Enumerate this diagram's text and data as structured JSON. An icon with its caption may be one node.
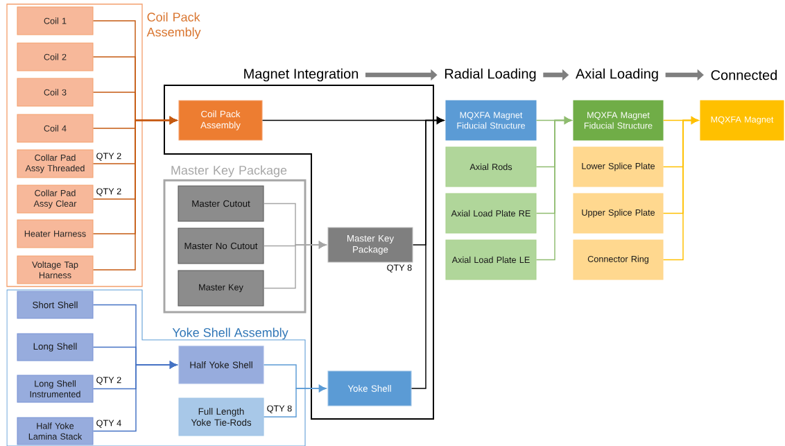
{
  "diagram": {
    "nodes": [
      {
        "text": [
          "Coil Pack Assembly"
        ]
      },
      {
        "text": [
          "Coil 1"
        ],
        "in": 0
      },
      {
        "text": [
          "Coil 2"
        ],
        "in": 0
      },
      {
        "text": [
          "Coil 3"
        ],
        "in": 0
      },
      {
        "text": [
          "Coil 4"
        ],
        "in": 0
      },
      {
        "text": [
          "Collar Pad Assy Threaded"
        ],
        "in": 0,
        "beside": [
          "QTY 2"
        ]
      },
      {
        "text": [
          "Collar Pad Assy Clear"
        ],
        "in": 0,
        "beside": [
          "QTY 2"
        ]
      },
      {
        "text": [
          "Heater Harness"
        ],
        "in": 0
      },
      {
        "text": [
          "Voltage Tap Harness"
        ],
        "in": 0
      },
      {
        "text": [
          "Magnet Integration"
        ]
      },
      {
        "text": [
          "Coil Pack Assembly"
        ],
        "in": 9
      },
      {
        "text": [
          "Master Key Package"
        ],
        "in": 9,
        "beside": [
          "QTY 8"
        ]
      },
      {
        "text": [
          "Yoke Shell"
        ],
        "in": 9
      },
      {
        "text": [
          "Master Key Package"
        ]
      },
      {
        "text": [
          "Master Cutout"
        ],
        "in": 13
      },
      {
        "text": [
          "Master No Cutout"
        ],
        "in": 13
      },
      {
        "text": [
          "Master Key"
        ],
        "in": 13
      },
      {
        "text": [
          "Yoke Shell Assembly"
        ]
      },
      {
        "text": [
          "Short Shell"
        ],
        "in": 17
      },
      {
        "text": [
          "Long Shell"
        ],
        "in": 17
      },
      {
        "text": [
          "Long Shell Instrumented"
        ],
        "in": 17,
        "beside": [
          "QTY 2"
        ]
      },
      {
        "text": [
          "Half Yoke Lamina Stack"
        ],
        "in": 17,
        "beside": [
          "QTY 4"
        ]
      },
      {
        "text": [
          "Half Yoke Shell"
        ],
        "in": 17
      },
      {
        "text": [
          "Full Length Yoke Tie-Rods"
        ],
        "in": 17,
        "beside": [
          "QTY 8"
        ]
      },
      {
        "text": [
          "Radial Loading"
        ]
      },
      {
        "text": [
          "Axial Loading"
        ]
      },
      {
        "text": [
          "Connected"
        ]
      },
      {
        "text": [
          "MQXFA Magnet Fiducial Structure"
        ]
      },
      {
        "text": [
          "Axial Rods"
        ]
      },
      {
        "text": [
          "Axial Load Plate RE"
        ]
      },
      {
        "text": [
          "Axial Load Plate LE"
        ]
      },
      {
        "text": [
          "MQXFA Magnet Fiducial Structure"
        ]
      },
      {
        "text": [
          "Lower Splice Plate"
        ]
      },
      {
        "text": [
          "Upper Splice Plate"
        ]
      },
      {
        "text": [
          "Connector Ring"
        ]
      },
      {
        "text": [
          "MQXFA Magnet"
        ]
      }
    ],
    "edges": [
      {
        "from": 1,
        "to": 10,
        "arrow": "to",
        "color": "#c55a11"
      },
      {
        "from": 2,
        "to": 10,
        "arrow": "to",
        "color": "#c55a11"
      },
      {
        "from": 3,
        "to": 10,
        "arrow": "to",
        "color": "#c55a11"
      },
      {
        "from": 4,
        "to": 10,
        "arrow": "to",
        "color": "#c55a11"
      },
      {
        "from": 5,
        "to": 10,
        "arrow": "to",
        "color": "#c55a11"
      },
      {
        "from": 6,
        "to": 10,
        "arrow": "to",
        "color": "#c55a11"
      },
      {
        "from": 7,
        "to": 10,
        "arrow": "to",
        "color": "#c55a11"
      },
      {
        "from": 8,
        "to": 10,
        "arrow": "to",
        "color": "#c55a11"
      },
      {
        "from": 10,
        "to": 27,
        "arrow": "to",
        "color": "#000000"
      },
      {
        "from": 11,
        "to": 27,
        "arrow": "to",
        "color": "#000000"
      },
      {
        "from": 12,
        "to": 27,
        "arrow": "to",
        "color": "#000000"
      },
      {
        "from": 14,
        "to": 11,
        "arrow": "to",
        "color": "#a6a6a6"
      },
      {
        "from": 15,
        "to": 11,
        "arrow": "to",
        "color": "#a6a6a6"
      },
      {
        "from": 16,
        "to": 11,
        "arrow": "to",
        "color": "#a6a6a6"
      },
      {
        "from": 18,
        "to": 22,
        "arrow": "to",
        "color": "#4472c4"
      },
      {
        "from": 19,
        "to": 22,
        "arrow": "to",
        "color": "#4472c4"
      },
      {
        "from": 20,
        "to": 22,
        "arrow": "to",
        "color": "#4472c4"
      },
      {
        "from": 21,
        "to": 22,
        "arrow": "to",
        "color": "#4472c4"
      },
      {
        "from": 22,
        "to": 12,
        "arrow": "to",
        "color": "#5b9bd5"
      },
      {
        "from": 23,
        "to": 12,
        "arrow": "to",
        "color": "#5b9bd5"
      },
      {
        "from": 27,
        "to": 31,
        "arrow": "to",
        "color": "#8fbc6f"
      },
      {
        "from": 28,
        "to": 31,
        "arrow": "to",
        "color": "#8fbc6f"
      },
      {
        "from": 29,
        "to": 31,
        "arrow": "to",
        "color": "#8fbc6f"
      },
      {
        "from": 30,
        "to": 31,
        "arrow": "to",
        "color": "#8fbc6f"
      },
      {
        "from": 31,
        "to": 35,
        "arrow": "to",
        "color": "#ffc000"
      },
      {
        "from": 32,
        "to": 35,
        "arrow": "to",
        "color": "#ffc000"
      },
      {
        "from": 33,
        "to": 35,
        "arrow": "to",
        "color": "#ffc000"
      },
      {
        "from": 34,
        "to": 35,
        "arrow": "to",
        "color": "#ffc000"
      },
      {
        "from": 9,
        "to": 24,
        "arrow": "to",
        "style": "thick",
        "color": "#7f7f7f"
      },
      {
        "from": 24,
        "to": 25,
        "arrow": "to",
        "style": "thick",
        "color": "#7f7f7f"
      },
      {
        "from": 25,
        "to": 26,
        "arrow": "to",
        "style": "thick",
        "color": "#7f7f7f"
      }
    ]
  }
}
